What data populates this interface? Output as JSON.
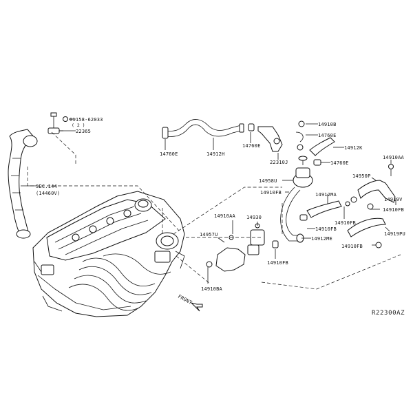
{
  "diagram": {
    "reference_code": "R22300AZ",
    "front_label": "FRONT",
    "labels": {
      "p01": "01158-62033",
      "p01_qty": "( 2 )",
      "p02": "22365",
      "p03": "SEC.144",
      "p03b": "(14460V)",
      "p04": "14760E",
      "p05": "14912H",
      "p06": "14760E",
      "p07": "22310J",
      "p08": "14910B",
      "p09": "14760E",
      "p10": "14912K",
      "p11": "14760E",
      "p12": "14958U",
      "p13": "14910FB",
      "p14": "14912MA",
      "p15": "14910FB",
      "p16": "14912ME",
      "p17": "14910AA",
      "p18": "14930",
      "p19": "14957U",
      "p20": "14910FB",
      "p21": "14910BA",
      "p22": "14910AA",
      "p23": "14950P",
      "p24": "14919V",
      "p25": "14910FB",
      "p26": "14910FB",
      "p27": "14919PU",
      "p28": "14910FB"
    }
  }
}
